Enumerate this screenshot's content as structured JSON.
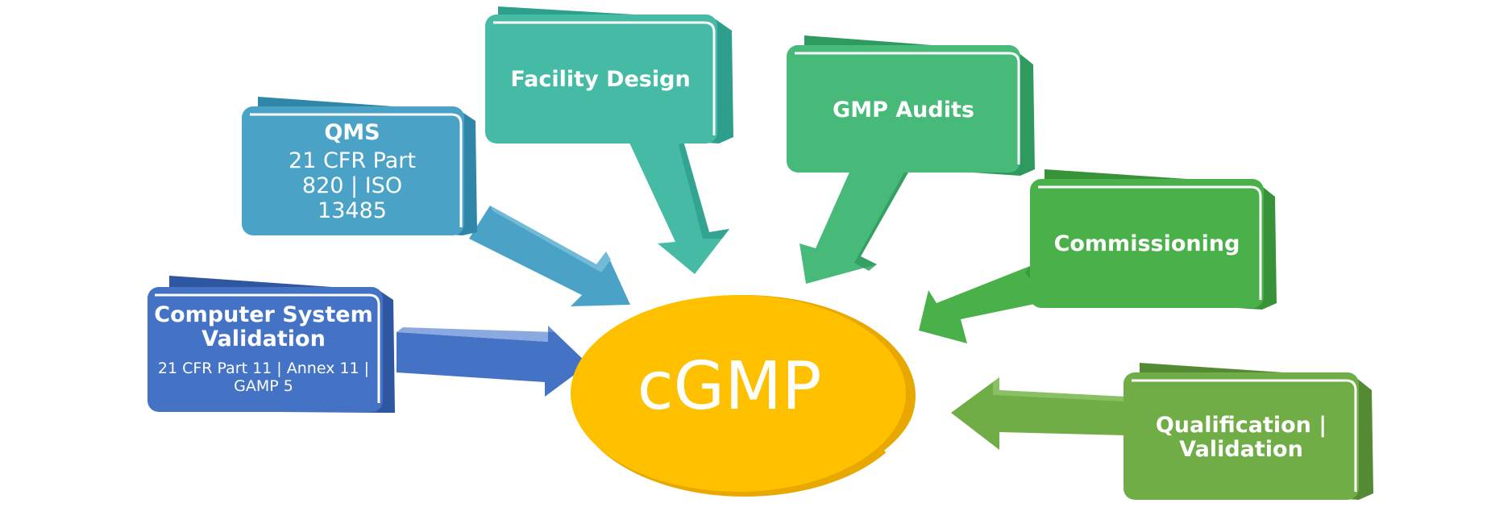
{
  "center": {
    "label": "cGMP",
    "color": "#FFC000"
  },
  "nodes": [
    {
      "id": "csv",
      "title": "Computer System Validation",
      "subtitle": "21 CFR Part 11 | Annex 11 | GAMP 5",
      "color": "#4472C4"
    },
    {
      "id": "qms",
      "title": "QMS",
      "subtitle": "21 CFR Part 820 | ISO 13485",
      "color": "#4AA3C7"
    },
    {
      "id": "facility",
      "title": "Facility Design",
      "subtitle": "",
      "color": "#45BBA6"
    },
    {
      "id": "audits",
      "title": "GMP Audits",
      "subtitle": "",
      "color": "#47B978"
    },
    {
      "id": "commissioning",
      "title": "Commissioning",
      "subtitle": "",
      "color": "#4AB04A"
    },
    {
      "id": "qualification",
      "title": "Qualification | Validation",
      "subtitle": "",
      "color": "#70AD47"
    }
  ]
}
